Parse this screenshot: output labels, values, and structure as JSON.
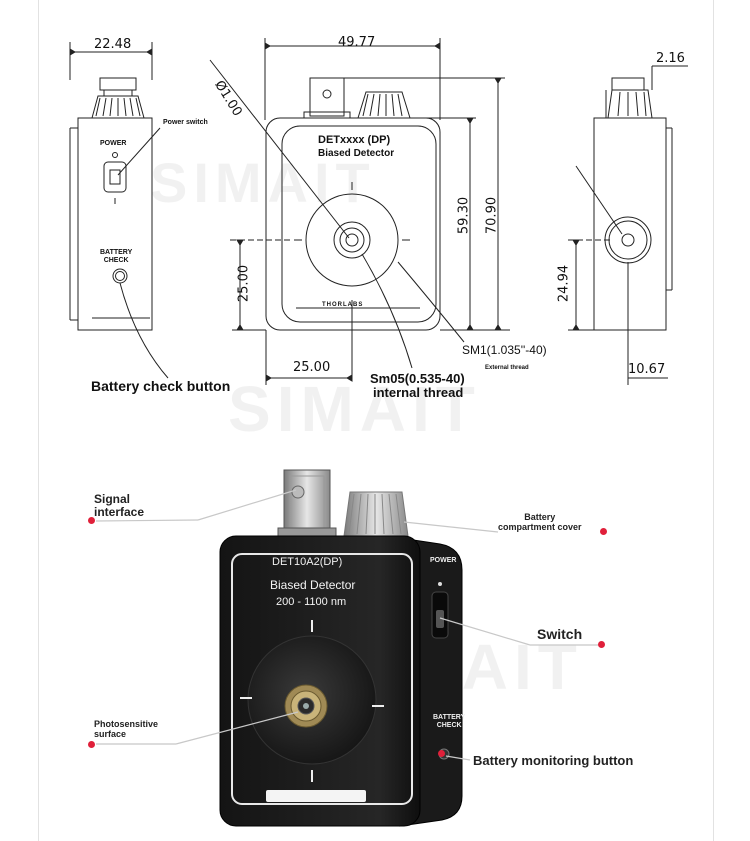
{
  "watermark": "SIMAIT",
  "drawing": {
    "dims": {
      "side_width": "22.48",
      "front_width": "49.77",
      "thread_offset": "2.16",
      "aperture_dia": "Ø1.00",
      "height_center": "59.30",
      "height_total": "70.90",
      "left_height": "25.00",
      "bottom_width": "25.00",
      "right_height": "24.94",
      "right_depth": "10.67"
    },
    "labels": {
      "power_switch": "Power switch",
      "power": "POWER",
      "battery_check": "BATTERY\nCHECK",
      "battery_check_button": "Battery check button",
      "det_model": "DETxxxx (DP)",
      "biased_detector": "Biased Detector",
      "thorlabs": "THORLABS",
      "sm1": "SM1(1.035''-40)",
      "external_thread": "External thread",
      "sm05": "Sm05(0.535-40)",
      "internal_thread": "internal thread"
    }
  },
  "photo": {
    "device": {
      "model": "DET10A2(DP)",
      "name": "Biased Detector",
      "range": "200 - 1100 nm",
      "power": "POWER",
      "battery_check": "BATTERY\nCHECK"
    },
    "callouts": {
      "signal_interface": "Signal\ninterface",
      "battery_cover": "Battery\ncompartment cover",
      "switch": "Switch",
      "photosensitive": "Photosensitive\nsurface",
      "battery_monitoring": "Battery monitoring button"
    },
    "colors": {
      "callout_dot": "#e0203a",
      "device_body": "#1c1c1c"
    }
  }
}
